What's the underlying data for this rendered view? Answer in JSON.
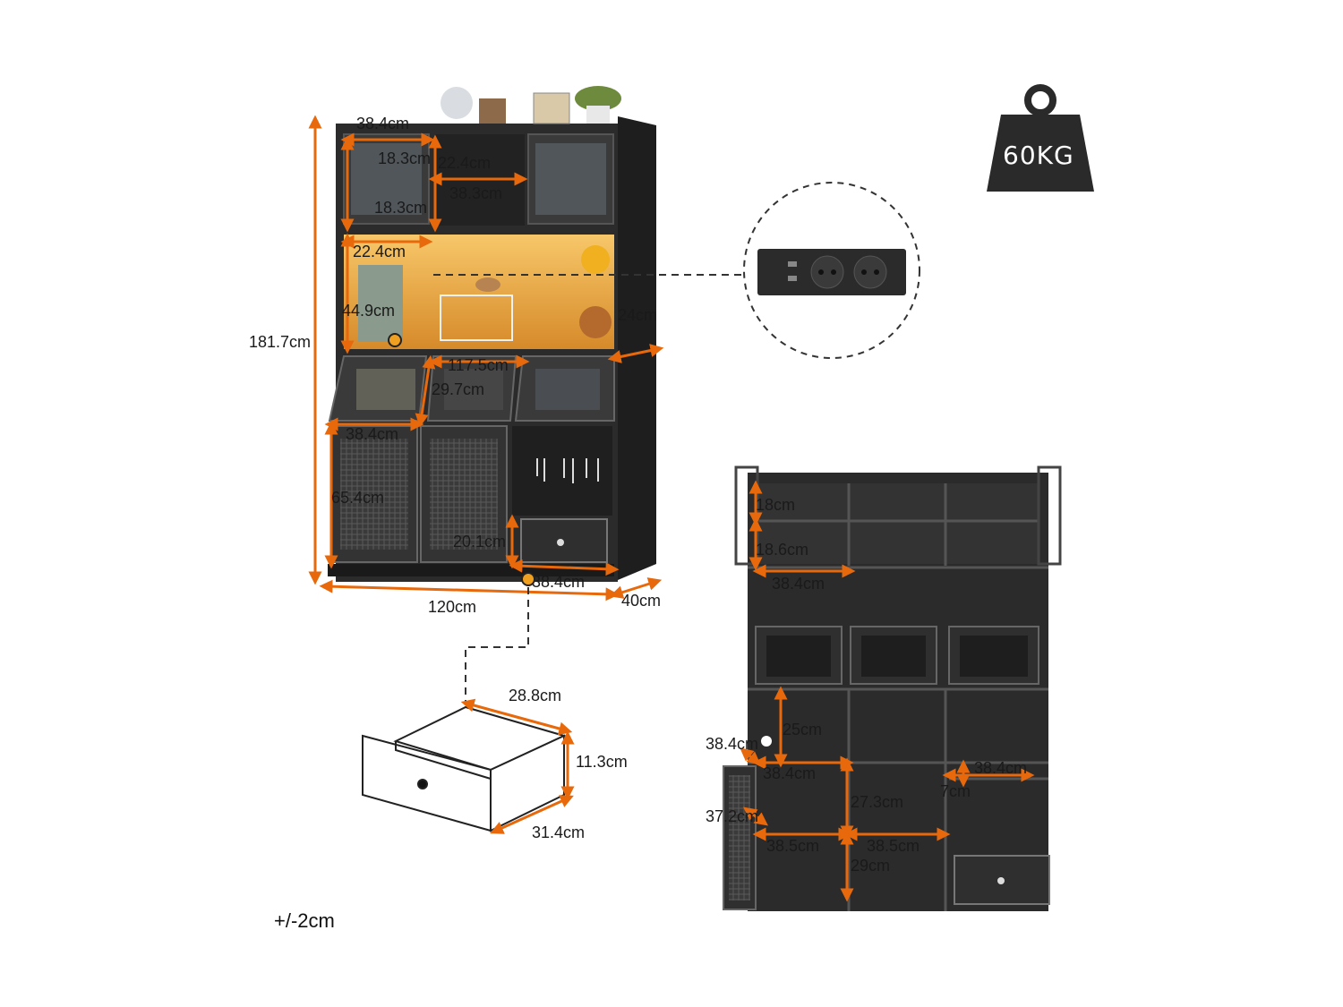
{
  "weight": {
    "label": "60KG"
  },
  "tolerance": "+/-2cm",
  "front_view": {
    "overall_height": "181.7cm",
    "overall_width": "120cm",
    "overall_depth": "40cm",
    "top_cabinet_width": "38.4cm",
    "top_cabinet_shelf_upper": "18.3cm",
    "top_cabinet_shelf_lower": "18.3cm",
    "top_open_shelf_width": "22.4cm",
    "top_open_shelf_depth": "38.3cm",
    "top_open_shelf_height": "22.4cm",
    "hutch_height": "44.9cm",
    "hutch_depth": "24cm",
    "flip_door_span": "117.5cm",
    "flip_door_height": "29.7cm",
    "lower_cabinet_width": "38.4cm",
    "lower_cabinet_height": "65.4cm",
    "drawer_height": "20.1cm",
    "drawer_width": "38.4cm"
  },
  "drawer_detail": {
    "width": "28.8cm",
    "height": "11.3cm",
    "depth": "31.4cm"
  },
  "rear_view": {
    "top_shelf_upper": "18cm",
    "top_shelf_lower": "18.6cm",
    "top_shelf_width": "38.4cm",
    "mid_cubby_height": "25cm",
    "mid_cubby_width": "38.4cm",
    "lower_left_width": "38.4cm",
    "lower_shelf_height": "27.3cm",
    "wine_rack_width": "38.4cm",
    "wine_rack_height": "7cm",
    "door_width": "37.2cm",
    "bottom_left_width": "38.5cm",
    "bottom_right_width": "38.5cm",
    "bottom_height": "29cm"
  },
  "colors": {
    "dimension": "#e8690b",
    "cabinet": "#2a2a2a",
    "light": "#f5b342"
  },
  "icons": [
    "weight-icon",
    "power-strip-icon",
    "drawer-icon"
  ]
}
